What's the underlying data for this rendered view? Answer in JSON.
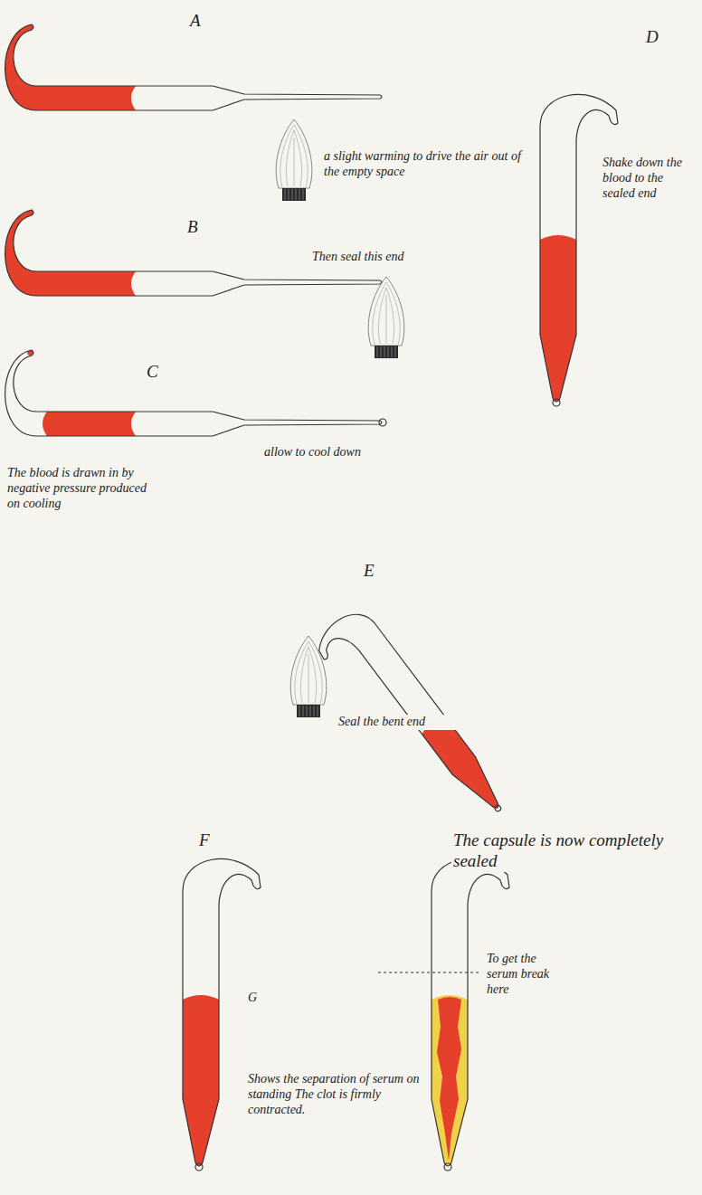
{
  "diagram": {
    "labels": [
      "A",
      "a slight warming to drive the air out of the empty space",
      "D",
      "Shake down the blood to the sealed end",
      "B",
      "Then seal this end",
      "C",
      "The blood is drawn in by negative pressure produced on cooling",
      "allow to cool down",
      "E",
      "Seal the bent end",
      "F",
      "G",
      "The capsule is now completely sealed",
      "To get the serum break here",
      "Shows the separation of serum on standing The clot is firmly contracted."
    ]
  }
}
